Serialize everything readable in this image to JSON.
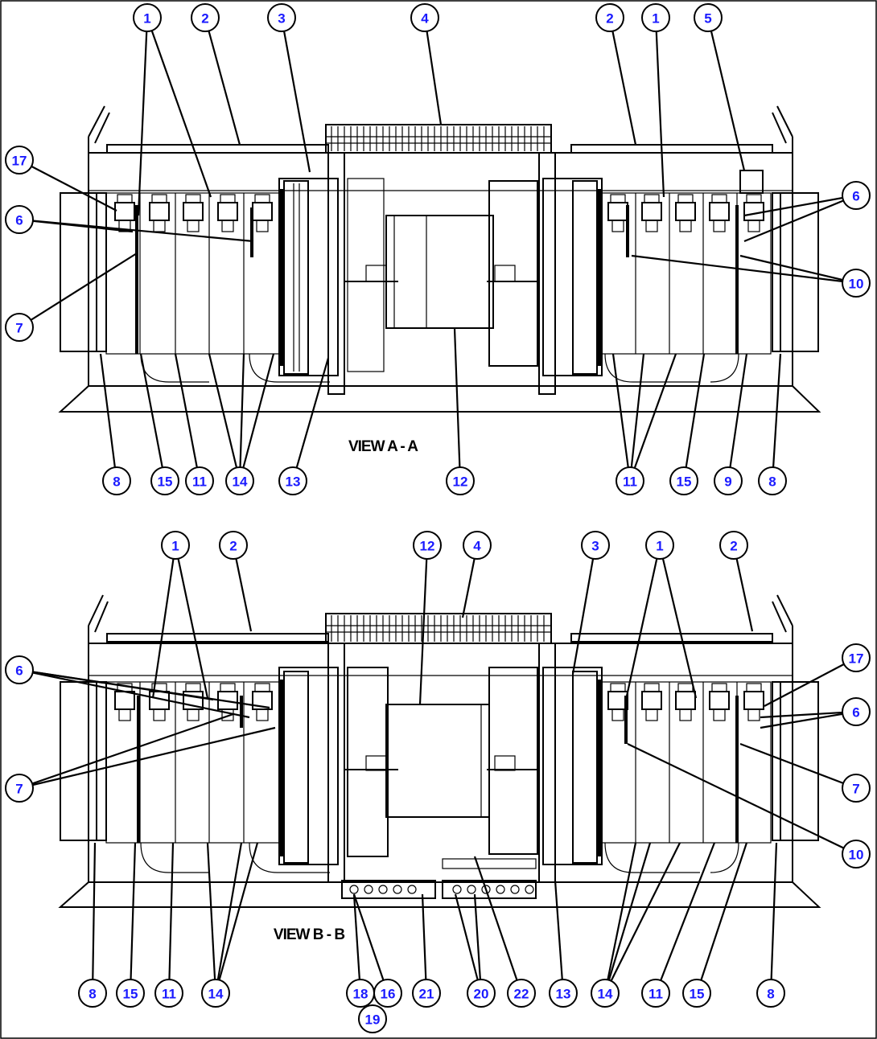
{
  "views": [
    {
      "title": "VIEW A - A",
      "callouts": [
        "1",
        "2",
        "3",
        "4",
        "2",
        "1",
        "5",
        "17",
        "6",
        "6",
        "10",
        "7",
        "8",
        "15",
        "11",
        "14",
        "13",
        "12",
        "11",
        "15",
        "9",
        "8"
      ]
    },
    {
      "title": "VIEW B - B",
      "callouts": [
        "1",
        "2",
        "12",
        "4",
        "3",
        "1",
        "2",
        "17",
        "6",
        "6",
        "7",
        "7",
        "10",
        "8",
        "15",
        "11",
        "14",
        "18",
        "16",
        "19",
        "21",
        "20",
        "22",
        "13",
        "14",
        "11",
        "15",
        "8"
      ]
    }
  ]
}
